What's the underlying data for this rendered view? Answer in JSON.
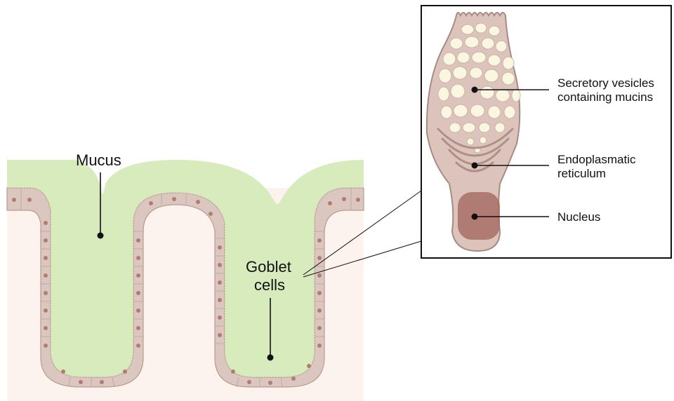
{
  "labels": {
    "mucus": "Mucus",
    "goblet_line1": "Goblet",
    "goblet_line2": "cells",
    "vesicles_line1": "Secretory vesicles",
    "vesicles_line2": "containing mucins",
    "er_line1": "Endoplasmatic",
    "er_line2": "reticulum",
    "nucleus": "Nucleus"
  },
  "colors": {
    "tissue": "#fdf3ee",
    "mucus": "#d8ebbd",
    "epithelium": "#d9c3bc",
    "cell_border": "#b89a91",
    "cell_nucleus": "#b07d72",
    "vesicle_fill": "#faf6df",
    "goblet_body": "#dcc4bd",
    "goblet_nucleus": "#a86f66",
    "leader_line": "#111111"
  },
  "icons": [
    "intestinal-crypt-illustration",
    "goblet-cell-illustration"
  ]
}
